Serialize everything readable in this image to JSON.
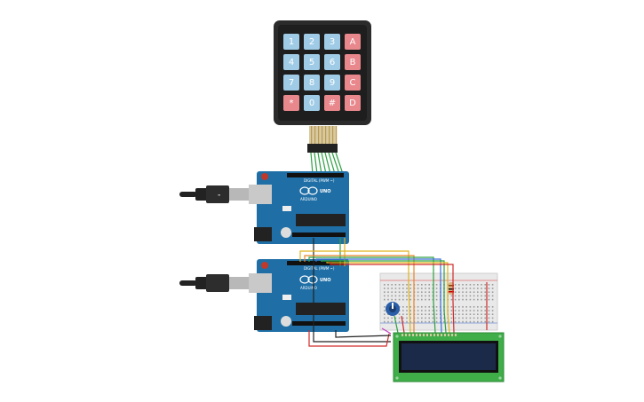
{
  "keypad": {
    "keys": [
      {
        "label": "1",
        "kind": "digit"
      },
      {
        "label": "2",
        "kind": "digit"
      },
      {
        "label": "3",
        "kind": "digit"
      },
      {
        "label": "A",
        "kind": "letter"
      },
      {
        "label": "4",
        "kind": "digit"
      },
      {
        "label": "5",
        "kind": "digit"
      },
      {
        "label": "6",
        "kind": "digit"
      },
      {
        "label": "B",
        "kind": "letter"
      },
      {
        "label": "7",
        "kind": "digit"
      },
      {
        "label": "8",
        "kind": "digit"
      },
      {
        "label": "9",
        "kind": "digit"
      },
      {
        "label": "C",
        "kind": "letter"
      },
      {
        "label": "*",
        "kind": "letter"
      },
      {
        "label": "0",
        "kind": "digit"
      },
      {
        "label": "#",
        "kind": "letter"
      },
      {
        "label": "D",
        "kind": "letter"
      }
    ]
  },
  "arduino_top": {
    "logo": "UNO",
    "brand": "ARDUINO",
    "header_label": "DIGITAL (PWM ~)"
  },
  "arduino_bottom": {
    "logo": "UNO",
    "brand": "ARDUINO",
    "header_label": "DIGITAL (PWM ~)"
  },
  "colors": {
    "board": "#1f6fa6",
    "board_dark": "#175a88",
    "key_digit": "#9fcbe6",
    "key_letter": "#e8878c",
    "keypad_frame": "#2b2b2b",
    "breadboard": "#e9e9e9",
    "lcd_pcb": "#3fae49",
    "lcd_screen": "#1c2a4a",
    "wire_green": "#2ea043",
    "wire_yellow": "#e0b21a",
    "wire_orange": "#e8862a",
    "wire_red": "#d12a2a",
    "wire_blue": "#3a6ed8",
    "wire_black": "#222222"
  },
  "icons": [
    "usb-cable-icon",
    "usb-cable-icon",
    "potentiometer-icon",
    "resistor-icon"
  ]
}
